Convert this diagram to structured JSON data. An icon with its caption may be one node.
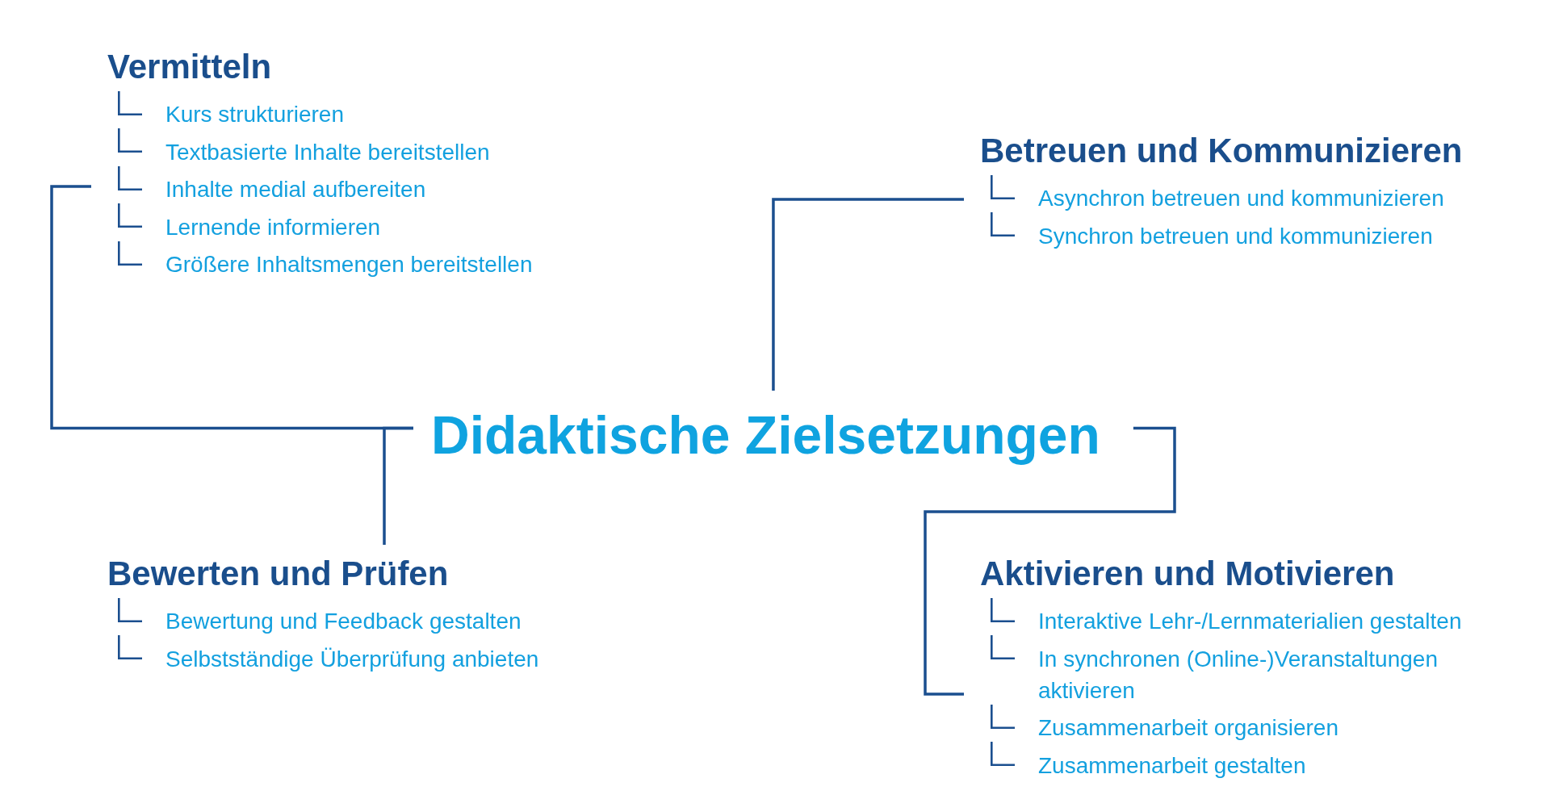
{
  "diagram": {
    "nodes": [
      {
        "text": [
          "Vermitteln",
          "Kurs strukturieren",
          "Textbasierte Inhalte bereitstellen",
          "Inhalte medial aufbereiten",
          "Lernende informieren",
          "Größere Inhaltsmengen bereitstellen"
        ]
      },
      {
        "text": [
          "Betreuen und Kommunizieren",
          "Asynchron betreuen und kommunizieren",
          "Synchron betreuen und kommunizieren"
        ]
      },
      {
        "text": [
          "Didaktische Zielsetzungen"
        ]
      },
      {
        "text": [
          "Bewerten und Prüfen",
          "Bewertung und Feedback gestalten",
          "Selbstständige Überprüfung anbieten"
        ]
      },
      {
        "text": [
          "Aktivieren und Motivieren",
          "Interaktive Lehr-/Lernmaterialien gestalten",
          "In synchronen (Online-)Veranstaltungen aktivieren",
          "Zusammenarbeit organisieren",
          "Zusammenarbeit gestalten"
        ]
      }
    ],
    "edges": [
      {
        "from": 2,
        "to": 0,
        "arrow": "none"
      },
      {
        "from": 2,
        "to": 1,
        "arrow": "none"
      },
      {
        "from": 2,
        "to": 3,
        "arrow": "none"
      },
      {
        "from": 2,
        "to": 4,
        "arrow": "none"
      }
    ]
  }
}
